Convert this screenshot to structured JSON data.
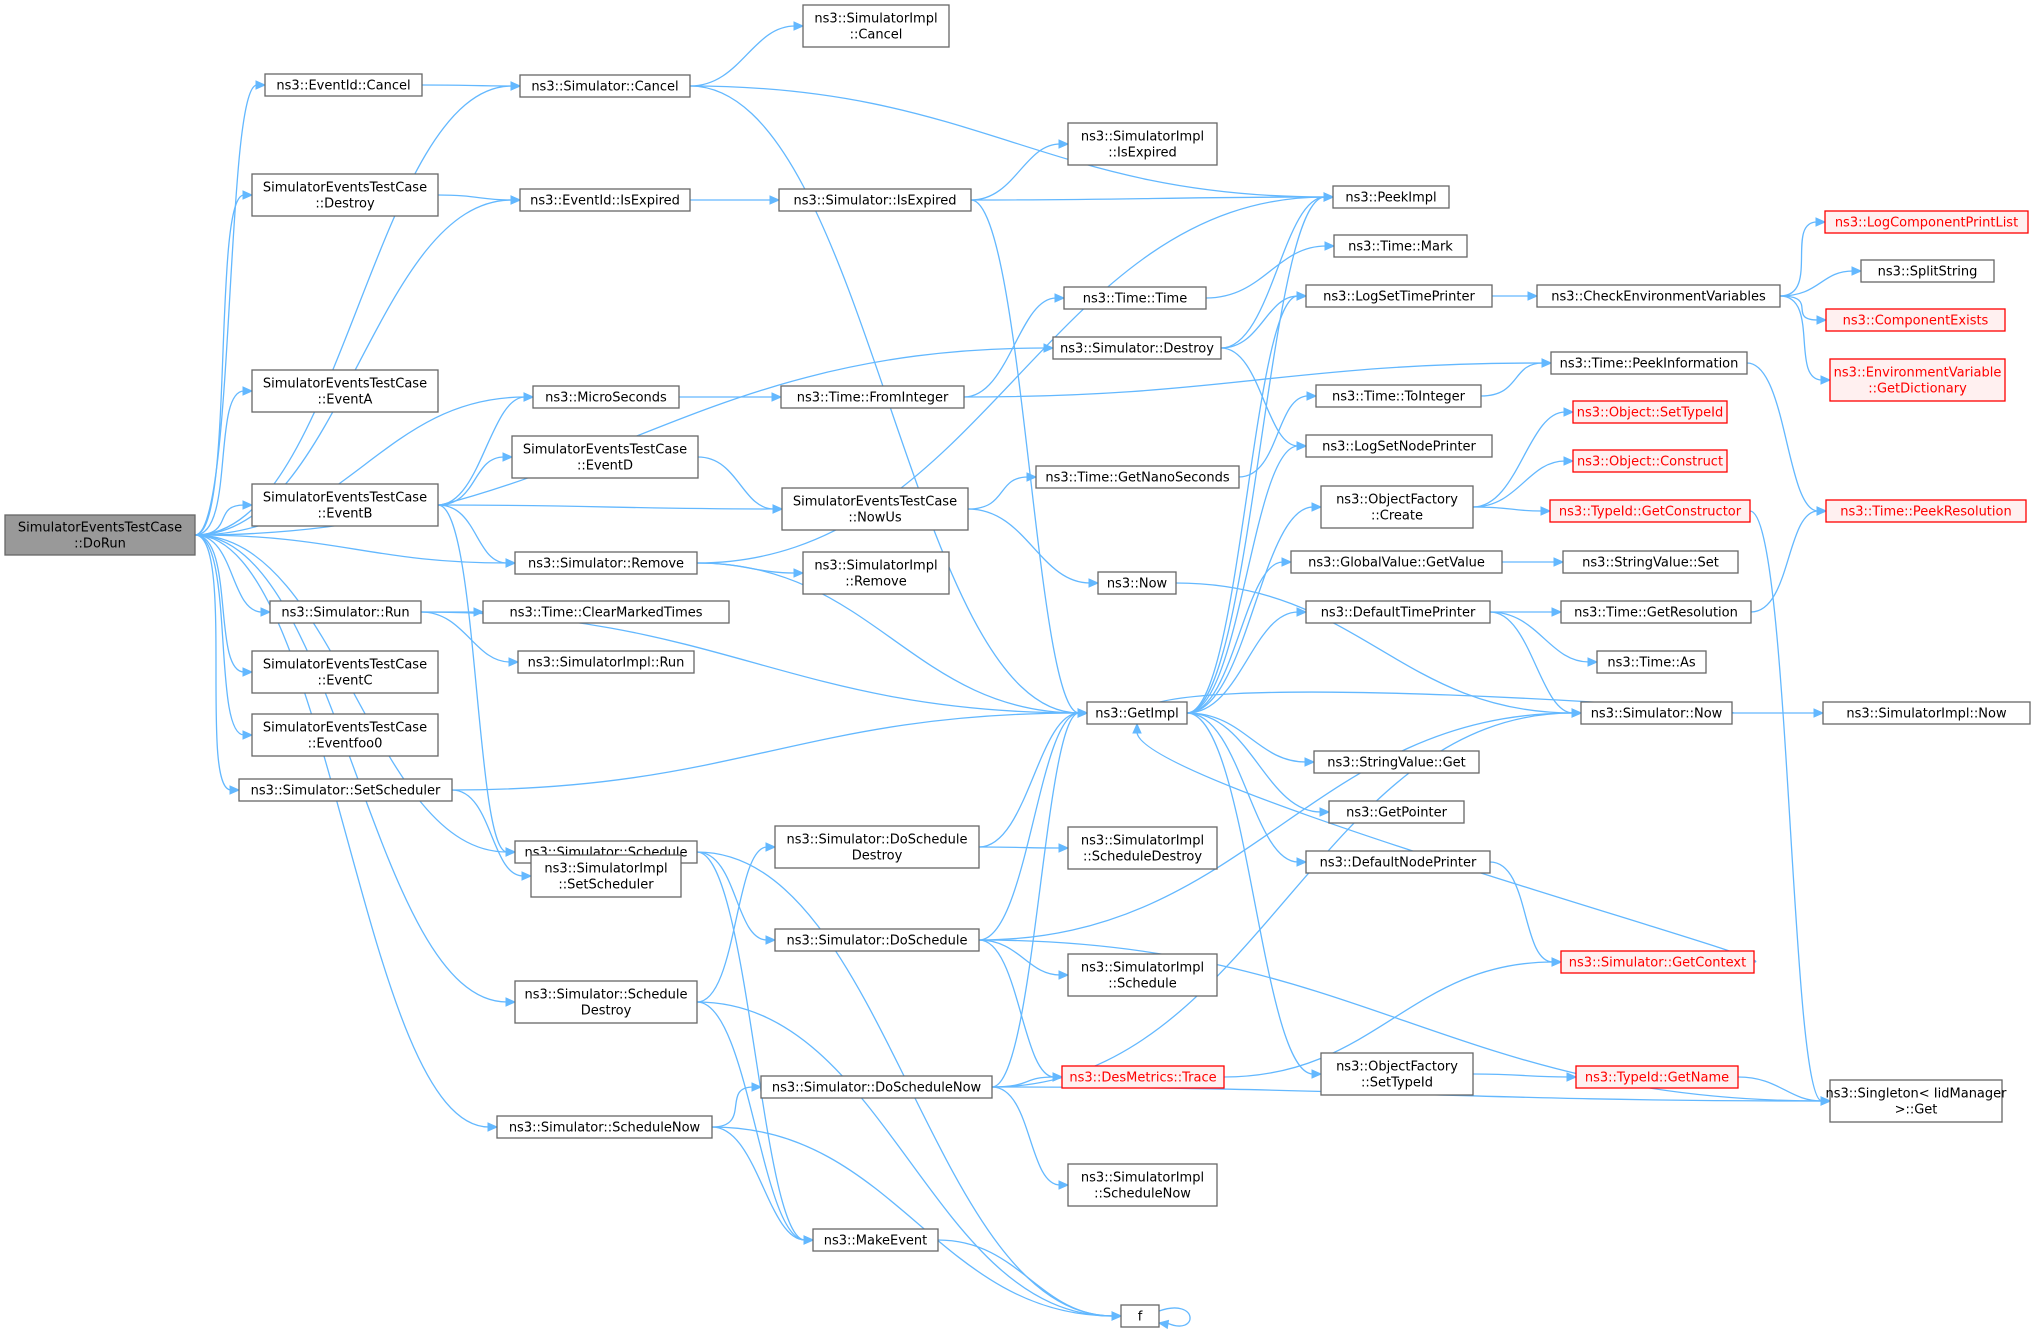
{
  "colors": {
    "edge": "#63b8ff",
    "node_border": "#666666",
    "root_fill": "#999999",
    "missing_border": "#ff0000",
    "missing_fill": "#fff0f0"
  },
  "nodes": [
    {
      "id": "dorun",
      "lines": [
        "SimulatorEventsTestCase",
        "::DoRun"
      ],
      "kind": "root"
    },
    {
      "id": "eventid_cancel",
      "lines": [
        "ns3::EventId::Cancel"
      ]
    },
    {
      "id": "simevtc_destroy",
      "lines": [
        "SimulatorEventsTestCase",
        "::Destroy"
      ]
    },
    {
      "id": "simevtc_eventa",
      "lines": [
        "SimulatorEventsTestCase",
        "::EventA"
      ]
    },
    {
      "id": "simevtc_eventb",
      "lines": [
        "SimulatorEventsTestCase",
        "::EventB"
      ]
    },
    {
      "id": "sim_run",
      "lines": [
        "ns3::Simulator::Run"
      ]
    },
    {
      "id": "simevtc_eventc",
      "lines": [
        "SimulatorEventsTestCase",
        "::EventC"
      ]
    },
    {
      "id": "simevtc_eventfoo0",
      "lines": [
        "SimulatorEventsTestCase",
        "::Eventfoo0"
      ]
    },
    {
      "id": "sim_setscheduler",
      "lines": [
        "ns3::Simulator::SetScheduler"
      ]
    },
    {
      "id": "sim_schedulenow",
      "lines": [
        "ns3::Simulator::ScheduleNow"
      ]
    },
    {
      "id": "sim_cancel",
      "lines": [
        "ns3::Simulator::Cancel"
      ]
    },
    {
      "id": "eventid_isexpired",
      "lines": [
        "ns3::EventId::IsExpired"
      ]
    },
    {
      "id": "microseconds",
      "lines": [
        "ns3::MicroSeconds"
      ]
    },
    {
      "id": "simevtc_eventd",
      "lines": [
        "SimulatorEventsTestCase",
        "::EventD"
      ]
    },
    {
      "id": "sim_remove",
      "lines": [
        "ns3::Simulator::Remove"
      ]
    },
    {
      "id": "time_clearmarkedtimes",
      "lines": [
        "ns3::Time::ClearMarkedTimes"
      ]
    },
    {
      "id": "simimpl_run",
      "lines": [
        "ns3::SimulatorImpl::Run"
      ]
    },
    {
      "id": "sim_schedule",
      "lines": [
        "ns3::Simulator::Schedule"
      ]
    },
    {
      "id": "simimpl_setscheduler",
      "lines": [
        "ns3::SimulatorImpl",
        "::SetScheduler"
      ]
    },
    {
      "id": "sim_scheduledestroy",
      "lines": [
        "ns3::Simulator::Schedule",
        "Destroy"
      ]
    },
    {
      "id": "simimpl_cancel",
      "lines": [
        "ns3::SimulatorImpl",
        "::Cancel"
      ]
    },
    {
      "id": "sim_isexpired",
      "lines": [
        "ns3::Simulator::IsExpired"
      ]
    },
    {
      "id": "time_frominteger",
      "lines": [
        "ns3::Time::FromInteger"
      ]
    },
    {
      "id": "simevtc_nowus",
      "lines": [
        "SimulatorEventsTestCase",
        "::NowUs"
      ]
    },
    {
      "id": "simimpl_remove",
      "lines": [
        "ns3::SimulatorImpl",
        "::Remove"
      ]
    },
    {
      "id": "sim_doscheduledestroy",
      "lines": [
        "ns3::Simulator::DoSchedule",
        "Destroy"
      ]
    },
    {
      "id": "sim_doschedule",
      "lines": [
        "ns3::Simulator::DoSchedule"
      ]
    },
    {
      "id": "sim_dosschedulenow",
      "lines": [
        "ns3::Simulator::DoScheduleNow"
      ]
    },
    {
      "id": "makeevent",
      "lines": [
        "ns3::MakeEvent"
      ]
    },
    {
      "id": "simimpl_isexpired",
      "lines": [
        "ns3::SimulatorImpl",
        "::IsExpired"
      ]
    },
    {
      "id": "time_time",
      "lines": [
        "ns3::Time::Time"
      ]
    },
    {
      "id": "sim_destroy",
      "lines": [
        "ns3::Simulator::Destroy"
      ]
    },
    {
      "id": "time_getnanoseconds",
      "lines": [
        "ns3::Time::GetNanoSeconds"
      ]
    },
    {
      "id": "now",
      "lines": [
        "ns3::Now"
      ]
    },
    {
      "id": "getimpl",
      "lines": [
        "ns3::GetImpl"
      ]
    },
    {
      "id": "simimpl_scheduledestroy",
      "lines": [
        "ns3::SimulatorImpl",
        "::ScheduleDestroy"
      ]
    },
    {
      "id": "simimpl_schedule",
      "lines": [
        "ns3::SimulatorImpl",
        "::Schedule"
      ]
    },
    {
      "id": "desmetrics_trace",
      "lines": [
        "ns3::DesMetrics::Trace"
      ],
      "kind": "missing"
    },
    {
      "id": "simimpl_schedulenow",
      "lines": [
        "ns3::SimulatorImpl",
        "::ScheduleNow"
      ]
    },
    {
      "id": "f",
      "lines": [
        "f"
      ]
    },
    {
      "id": "peekimpl",
      "lines": [
        "ns3::PeekImpl"
      ]
    },
    {
      "id": "time_mark",
      "lines": [
        "ns3::Time::Mark"
      ]
    },
    {
      "id": "logsettimeprinter",
      "lines": [
        "ns3::LogSetTimePrinter"
      ]
    },
    {
      "id": "time_tointeger",
      "lines": [
        "ns3::Time::ToInteger"
      ]
    },
    {
      "id": "logsetnodeprinter",
      "lines": [
        "ns3::LogSetNodePrinter"
      ]
    },
    {
      "id": "objectfactory_create",
      "lines": [
        "ns3::ObjectFactory",
        "::Create"
      ]
    },
    {
      "id": "globalvalue_getvalue",
      "lines": [
        "ns3::GlobalValue::GetValue"
      ]
    },
    {
      "id": "defaulttimeprinter",
      "lines": [
        "ns3::DefaultTimePrinter"
      ]
    },
    {
      "id": "stringvalue_get",
      "lines": [
        "ns3::StringValue::Get"
      ]
    },
    {
      "id": "getpointer",
      "lines": [
        "ns3::GetPointer"
      ]
    },
    {
      "id": "defaultnodeprinter",
      "lines": [
        "ns3::DefaultNodePrinter"
      ]
    },
    {
      "id": "objectfactory_settypeid",
      "lines": [
        "ns3::ObjectFactory",
        "::SetTypeId"
      ]
    },
    {
      "id": "checkenvvars",
      "lines": [
        "ns3::CheckEnvironmentVariables"
      ]
    },
    {
      "id": "time_peekinformation",
      "lines": [
        "ns3::Time::PeekInformation"
      ]
    },
    {
      "id": "object_settypeid",
      "lines": [
        "ns3::Object::SetTypeId"
      ],
      "kind": "missing"
    },
    {
      "id": "object_construct",
      "lines": [
        "ns3::Object::Construct"
      ],
      "kind": "missing"
    },
    {
      "id": "typeid_getconstructor",
      "lines": [
        "ns3::TypeId::GetConstructor"
      ],
      "kind": "missing"
    },
    {
      "id": "stringvalue_set",
      "lines": [
        "ns3::StringValue::Set"
      ]
    },
    {
      "id": "time_getresolution",
      "lines": [
        "ns3::Time::GetResolution"
      ]
    },
    {
      "id": "time_as",
      "lines": [
        "ns3::Time::As"
      ]
    },
    {
      "id": "sim_now",
      "lines": [
        "ns3::Simulator::Now"
      ]
    },
    {
      "id": "sim_getcontext",
      "lines": [
        "ns3::Simulator::GetContext"
      ],
      "kind": "missing"
    },
    {
      "id": "typeid_getname",
      "lines": [
        "ns3::TypeId::GetName"
      ],
      "kind": "missing"
    },
    {
      "id": "logcomponentprintlist",
      "lines": [
        "ns3::LogComponentPrintList"
      ],
      "kind": "missing"
    },
    {
      "id": "splitstring",
      "lines": [
        "ns3::SplitString"
      ]
    },
    {
      "id": "componentexists",
      "lines": [
        "ns3::ComponentExists"
      ],
      "kind": "missing"
    },
    {
      "id": "envvar_getdictionary",
      "lines": [
        "ns3::EnvironmentVariable",
        "::GetDictionary"
      ],
      "kind": "missing"
    },
    {
      "id": "time_peekresolution",
      "lines": [
        "ns3::Time::PeekResolution"
      ],
      "kind": "missing"
    },
    {
      "id": "simimpl_now",
      "lines": [
        "ns3::SimulatorImpl::Now"
      ]
    },
    {
      "id": "singleton_get",
      "lines": [
        "ns3::Singleton< IidManager",
        " >::Get"
      ]
    }
  ],
  "edges": [
    [
      "dorun",
      "eventid_cancel"
    ],
    [
      "dorun",
      "sim_cancel"
    ],
    [
      "dorun",
      "simevtc_destroy"
    ],
    [
      "dorun",
      "eventid_isexpired"
    ],
    [
      "dorun",
      "sim_destroy"
    ],
    [
      "dorun",
      "simevtc_eventa"
    ],
    [
      "dorun",
      "microseconds"
    ],
    [
      "dorun",
      "simevtc_eventb"
    ],
    [
      "dorun",
      "sim_remove"
    ],
    [
      "dorun",
      "sim_run"
    ],
    [
      "dorun",
      "simevtc_eventc"
    ],
    [
      "dorun",
      "simevtc_eventfoo0"
    ],
    [
      "dorun",
      "sim_setscheduler"
    ],
    [
      "dorun",
      "sim_schedule"
    ],
    [
      "dorun",
      "sim_scheduledestroy"
    ],
    [
      "dorun",
      "sim_schedulenow"
    ],
    [
      "eventid_cancel",
      "sim_cancel"
    ],
    [
      "simevtc_destroy",
      "eventid_isexpired"
    ],
    [
      "simevtc_eventb",
      "microseconds"
    ],
    [
      "simevtc_eventb",
      "simevtc_eventd"
    ],
    [
      "simevtc_eventb",
      "simevtc_nowus"
    ],
    [
      "simevtc_eventb",
      "sim_remove"
    ],
    [
      "simevtc_eventb",
      "sim_schedule"
    ],
    [
      "sim_run",
      "time_clearmarkedtimes"
    ],
    [
      "sim_run",
      "simimpl_run"
    ],
    [
      "sim_run",
      "getimpl"
    ],
    [
      "sim_setscheduler",
      "getimpl"
    ],
    [
      "sim_setscheduler",
      "simimpl_setscheduler"
    ],
    [
      "sim_schedulenow",
      "sim_dosschedulenow"
    ],
    [
      "sim_schedulenow",
      "makeevent"
    ],
    [
      "sim_schedulenow",
      "f"
    ],
    [
      "sim_cancel",
      "simimpl_cancel"
    ],
    [
      "sim_cancel",
      "peekimpl"
    ],
    [
      "sim_cancel",
      "getimpl"
    ],
    [
      "eventid_isexpired",
      "sim_isexpired"
    ],
    [
      "microseconds",
      "time_frominteger"
    ],
    [
      "simevtc_eventd",
      "simevtc_nowus"
    ],
    [
      "sim_remove",
      "simimpl_remove"
    ],
    [
      "sim_remove",
      "peekimpl"
    ],
    [
      "sim_remove",
      "getimpl"
    ],
    [
      "sim_schedule",
      "sim_doschedule"
    ],
    [
      "sim_schedule",
      "makeevent"
    ],
    [
      "sim_schedule",
      "f"
    ],
    [
      "sim_scheduledestroy",
      "sim_doscheduledestroy"
    ],
    [
      "sim_scheduledestroy",
      "makeevent"
    ],
    [
      "sim_scheduledestroy",
      "f"
    ],
    [
      "sim_isexpired",
      "simimpl_isexpired"
    ],
    [
      "sim_isexpired",
      "peekimpl"
    ],
    [
      "sim_isexpired",
      "getimpl"
    ],
    [
      "time_frominteger",
      "time_time"
    ],
    [
      "time_frominteger",
      "time_peekinformation"
    ],
    [
      "simevtc_nowus",
      "time_getnanoseconds"
    ],
    [
      "simevtc_nowus",
      "now"
    ],
    [
      "sim_doscheduledestroy",
      "getimpl"
    ],
    [
      "sim_doscheduledestroy",
      "simimpl_scheduledestroy"
    ],
    [
      "sim_doschedule",
      "getimpl"
    ],
    [
      "sim_doschedule",
      "sim_now"
    ],
    [
      "sim_doschedule",
      "simimpl_schedule"
    ],
    [
      "sim_doschedule",
      "desmetrics_trace"
    ],
    [
      "sim_doschedule",
      "singleton_get"
    ],
    [
      "sim_dosschedulenow",
      "getimpl"
    ],
    [
      "sim_dosschedulenow",
      "desmetrics_trace"
    ],
    [
      "sim_dosschedulenow",
      "sim_now"
    ],
    [
      "sim_dosschedulenow",
      "simimpl_schedulenow"
    ],
    [
      "sim_dosschedulenow",
      "singleton_get"
    ],
    [
      "makeevent",
      "f"
    ],
    [
      "time_time",
      "time_mark"
    ],
    [
      "sim_destroy",
      "logsettimeprinter"
    ],
    [
      "sim_destroy",
      "logsetnodeprinter"
    ],
    [
      "sim_destroy",
      "peekimpl"
    ],
    [
      "time_getnanoseconds",
      "time_tointeger"
    ],
    [
      "now",
      "sim_now"
    ],
    [
      "getimpl",
      "peekimpl"
    ],
    [
      "getimpl",
      "logsettimeprinter"
    ],
    [
      "getimpl",
      "logsetnodeprinter"
    ],
    [
      "getimpl",
      "objectfactory_create"
    ],
    [
      "getimpl",
      "globalvalue_getvalue"
    ],
    [
      "getimpl",
      "defaulttimeprinter"
    ],
    [
      "getimpl",
      "stringvalue_get"
    ],
    [
      "getimpl",
      "getpointer"
    ],
    [
      "getimpl",
      "defaultnodeprinter"
    ],
    [
      "getimpl",
      "objectfactory_settypeid"
    ],
    [
      "logsettimeprinter",
      "checkenvvars"
    ],
    [
      "time_tointeger",
      "time_peekinformation"
    ],
    [
      "objectfactory_create",
      "object_settypeid"
    ],
    [
      "objectfactory_create",
      "object_construct"
    ],
    [
      "objectfactory_create",
      "typeid_getconstructor"
    ],
    [
      "globalvalue_getvalue",
      "stringvalue_set"
    ],
    [
      "defaulttimeprinter",
      "time_getresolution"
    ],
    [
      "defaulttimeprinter",
      "time_as"
    ],
    [
      "defaulttimeprinter",
      "sim_now"
    ],
    [
      "defaultnodeprinter",
      "sim_getcontext"
    ],
    [
      "objectfactory_settypeid",
      "typeid_getname"
    ],
    [
      "checkenvvars",
      "logcomponentprintlist"
    ],
    [
      "checkenvvars",
      "splitstring"
    ],
    [
      "checkenvvars",
      "componentexists"
    ],
    [
      "checkenvvars",
      "envvar_getdictionary"
    ],
    [
      "time_peekinformation",
      "time_peekresolution"
    ],
    [
      "typeid_getconstructor",
      "singleton_get"
    ],
    [
      "time_getresolution",
      "time_peekresolution"
    ],
    [
      "sim_now",
      "getimpl"
    ],
    [
      "sim_now",
      "simimpl_now"
    ],
    [
      "sim_getcontext",
      "getimpl"
    ],
    [
      "desmetrics_trace",
      "sim_getcontext"
    ],
    [
      "typeid_getname",
      "singleton_get"
    ],
    [
      "f",
      "f"
    ]
  ]
}
